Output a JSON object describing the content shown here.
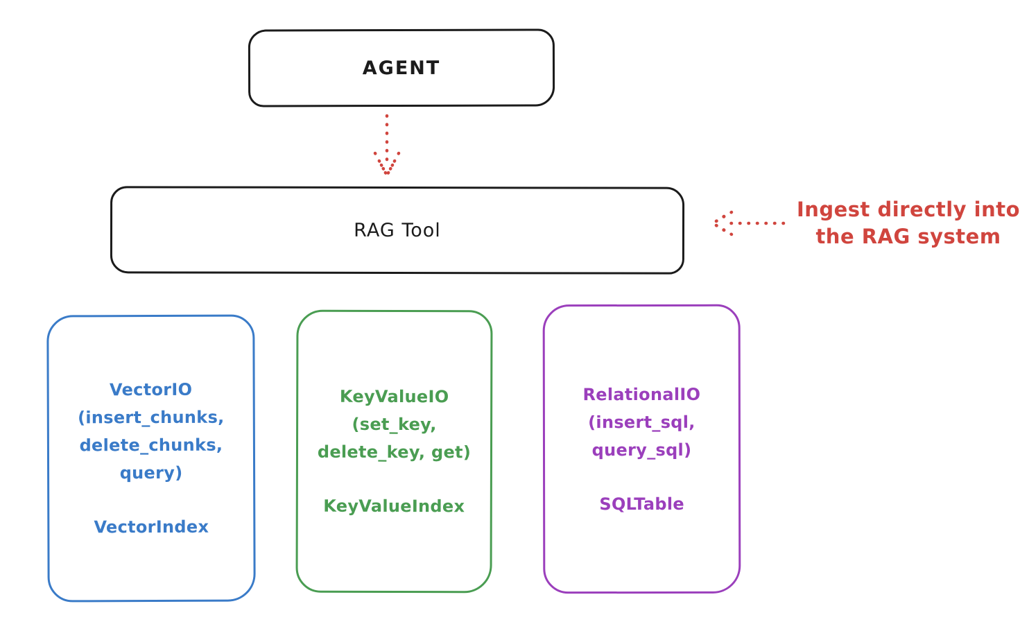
{
  "colors": {
    "background": "#ffffff",
    "ink": "#1b1b1b",
    "red": "#d0453e",
    "blue": "#3a7bc8",
    "green": "#4a9d52",
    "purple": "#9b3fbc"
  },
  "nodes": {
    "agent": {
      "label": "AGENT"
    },
    "rag_tool": {
      "label": "RAG Tool"
    }
  },
  "annotation": {
    "line1": "Ingest directly into",
    "line2": "the RAG system"
  },
  "arrows": {
    "agent_to_rag": "dotted red arrow from AGENT down to RAG Tool",
    "ingest_to_rag": "dotted red arrow pointing left into RAG Tool from annotation"
  },
  "backends": [
    {
      "name": "vector",
      "color": "#3a7bc8",
      "line1": "VectorIO",
      "line2": "(insert_chunks,",
      "line3": "delete_chunks,",
      "line4": "query)",
      "index": "VectorIndex"
    },
    {
      "name": "keyvalue",
      "color": "#4a9d52",
      "line1": "KeyValueIO",
      "line2": "(set_key,",
      "line3": "delete_key, get)",
      "line4": "",
      "index": "KeyValueIndex"
    },
    {
      "name": "relational",
      "color": "#9b3fbc",
      "line1": "RelationalIO",
      "line2": "(insert_sql,",
      "line3": "query_sql)",
      "line4": "",
      "index": "SQLTable"
    }
  ]
}
